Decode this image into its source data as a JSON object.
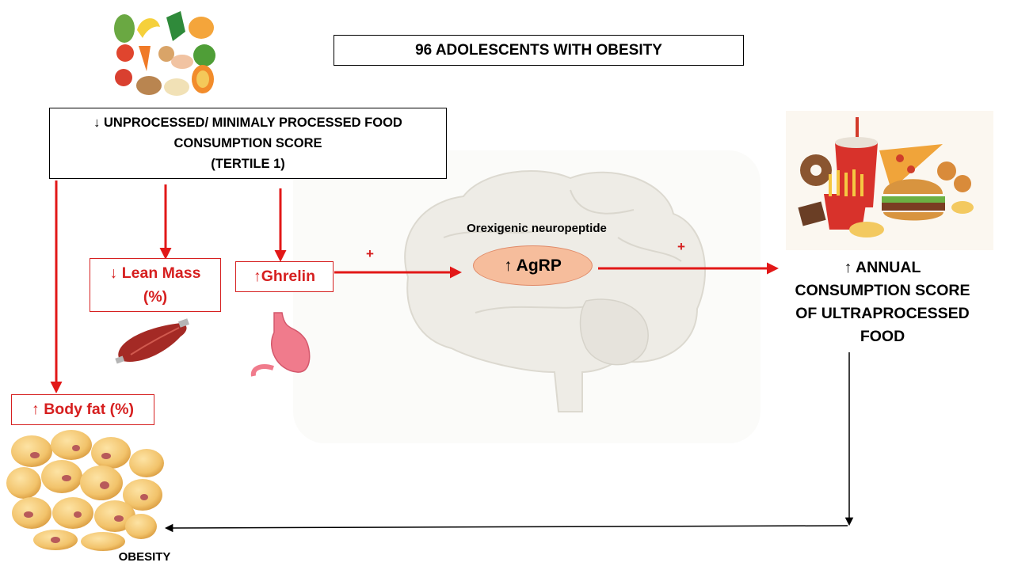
{
  "title": "96 ADOLESCENTS WITH OBESITY",
  "food_box": {
    "lines": [
      "↓ UNPROCESSED/  MINIMALY PROCESSED FOOD",
      "CONSUMPTION SCORE",
      "(TERTILE 1)"
    ]
  },
  "lean_mass": {
    "lines": [
      "↓ Lean Mass",
      "(%)"
    ]
  },
  "ghrelin": "↑Ghrelin",
  "body_fat": "↑ Body fat (%)",
  "orexigenic_label": "Orexigenic neuropeptide",
  "agrp": "↑ AgRP",
  "plus_1": "+",
  "plus_2": "+",
  "ultraprocessed": {
    "lines": [
      "↑ ANNUAL",
      "CONSUMPTION SCORE",
      "OF ULTRAPROCESSED",
      "FOOD"
    ]
  },
  "obesity_label": "OBESITY",
  "colors": {
    "red": "#d61f1f",
    "agrp_fill": "#f6bd9c",
    "brain": "#eceae3"
  },
  "icons": [
    "healthy-food-icon",
    "brain-illustration",
    "junk-food-icon",
    "muscle-icon",
    "stomach-icon",
    "fat-cells-icon"
  ]
}
